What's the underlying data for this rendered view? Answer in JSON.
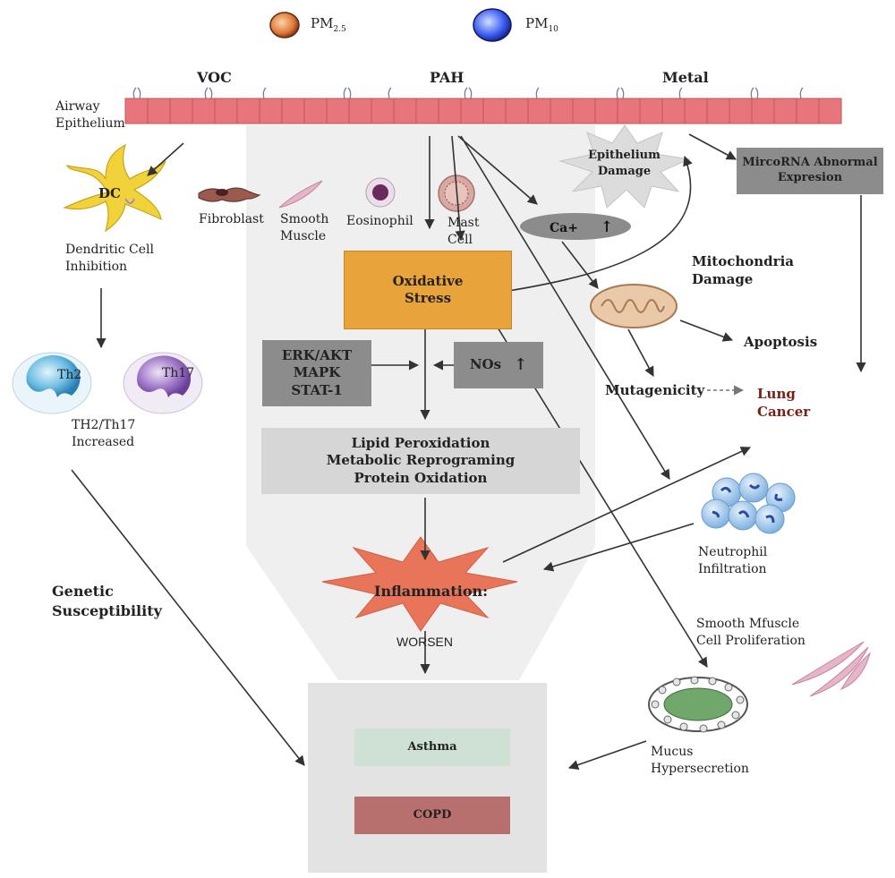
{
  "legend": {
    "pm25": "PM",
    "pm25_sub": "2.5",
    "pm10": "PM",
    "pm10_sub": "10"
  },
  "sources": {
    "voc": "VOC",
    "pah": "PAH",
    "metal": "Metal"
  },
  "airway": {
    "line1": "Airway",
    "line2": "Epithelium"
  },
  "dc": {
    "badge": "DC",
    "line1": "Dendritic Cell",
    "line2": "Inhibition"
  },
  "cells": {
    "fibroblast": "Fibroblast",
    "smooth1": "Smooth",
    "smooth2": "Muscle",
    "eosinophil": "Eosinophil",
    "mast1": "Mast",
    "mast2": "Cell"
  },
  "th": {
    "th2": "Th2",
    "th17": "Th17",
    "line1": "TH2/Th17",
    "line2": "Increased"
  },
  "genetic": {
    "line1": "Genetic",
    "line2": "Susceptibility"
  },
  "oxidative": {
    "line1": "Oxidative",
    "line2": "Stress"
  },
  "signaling": {
    "line1": "ERK/AKT",
    "line2": "MAPK",
    "line3": "STAT-1"
  },
  "nos": "NOs",
  "lipid": {
    "line1": "Lipid Peroxidation",
    "line2": "Metabolic Reprograming",
    "line3": "Protein Oxidation"
  },
  "inflammation": "Inflammation:",
  "worsen": "WORSEN",
  "asthma": "Asthma",
  "copd": "COPD",
  "epithelium_damage": {
    "line1": "Epithelium",
    "line2": "Damage"
  },
  "calcium": "Ca+",
  "mirna": {
    "line1": "MircoRNA Abnormal",
    "line2": "Expresion"
  },
  "mitochondria": {
    "line1": "Mitochondria",
    "line2": "Damage"
  },
  "apoptosis": "Apoptosis",
  "mutagenicity": "Mutagenicity",
  "lung_cancer": {
    "line1": "Lung",
    "line2": "Cancer"
  },
  "neutrophil": {
    "line1": "Neutrophil",
    "line2": "Infiltration"
  },
  "smooth_prolif": {
    "line1": "Smooth Mfuscle",
    "line2": "Cell Proliferation"
  },
  "mucus": {
    "line1": "Mucus",
    "line2": "Hypersecretion"
  },
  "colors": {
    "oxidative": "#e8a43a",
    "gray_box": "#8c8c8c",
    "asthma": "#cfe0d4",
    "copd": "#b8706f",
    "inflammation": "#e8745a",
    "lung_cancer": "#7a1f12",
    "epithelium": "#e8747c"
  }
}
